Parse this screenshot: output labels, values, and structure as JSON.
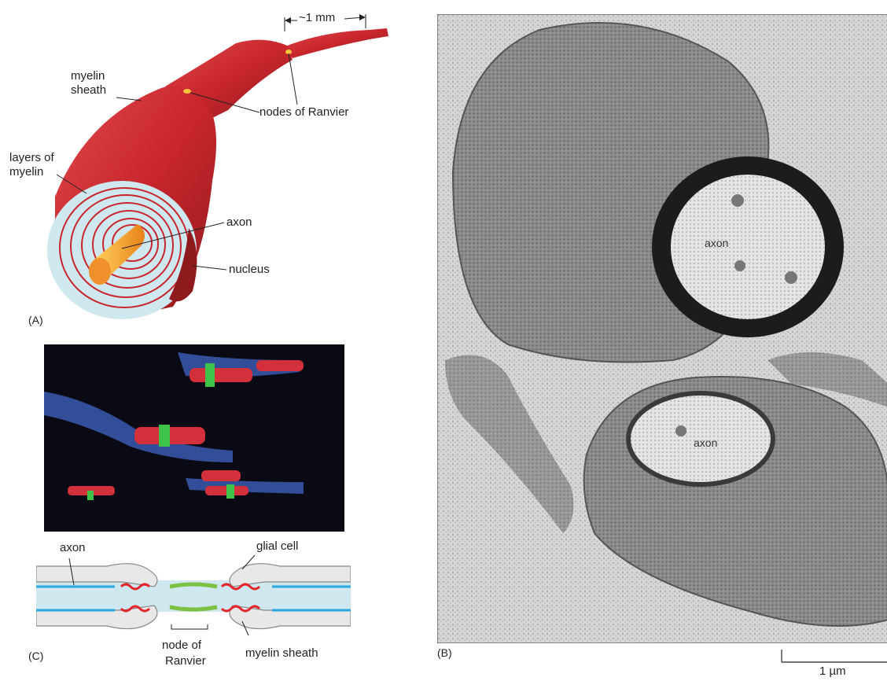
{
  "panel_a": {
    "letter": "(A)",
    "scale": "~1 mm",
    "labels": {
      "myelin_sheath_1": "myelin",
      "myelin_sheath_2": "sheath",
      "nodes": "nodes of Ranvier",
      "layers_1": "layers of",
      "layers_2": "myelin",
      "axon": "axon",
      "nucleus": "nucleus"
    }
  },
  "panel_b": {
    "letter": "(B)",
    "axon_upper": "axon",
    "axon_lower": "axon",
    "scale": "1 µm"
  },
  "panel_c": {
    "letter": "(C)",
    "labels": {
      "axon": "axon",
      "glial": "glial cell",
      "node_1": "node of",
      "node_2": "Ranvier",
      "sheath": "myelin sheath"
    }
  },
  "colors": {
    "myelin_red": "#c8262c",
    "axon_orange": "#f39a1e",
    "node_green": "#7cc142",
    "channel_blue": "#2aa7df",
    "em_gray": "#bfbfbf"
  }
}
